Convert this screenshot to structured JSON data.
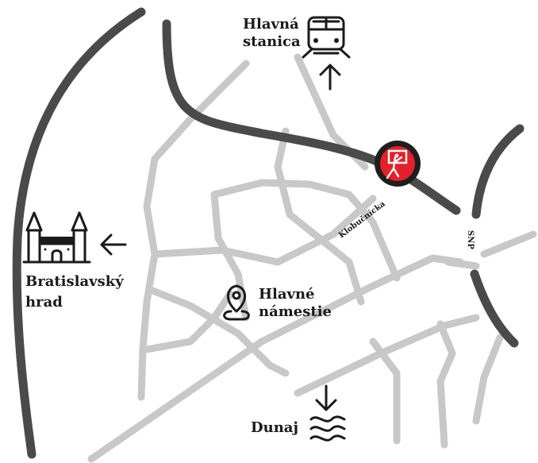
{
  "places": {
    "station": {
      "line1": "Hlavná",
      "line2": "stanica",
      "icon": "train-icon"
    },
    "castle": {
      "line1": "Bratislavský",
      "line2": "hrad",
      "icon": "castle-icon"
    },
    "square": {
      "line1": "Hlavné",
      "line2": "námestie",
      "icon": "location-pin-icon"
    },
    "danube": {
      "line1": "Dunaj",
      "icon": "waves-icon"
    }
  },
  "streets": {
    "klobucnicka": "Klobučnícka",
    "snp": "SNP"
  },
  "marker": {
    "icon": "venue-marker-icon",
    "color": "#e4202a"
  },
  "colors": {
    "major_road": "#4a4a4a",
    "minor_road": "#c8c8c8",
    "ink": "#1a1a1a"
  }
}
